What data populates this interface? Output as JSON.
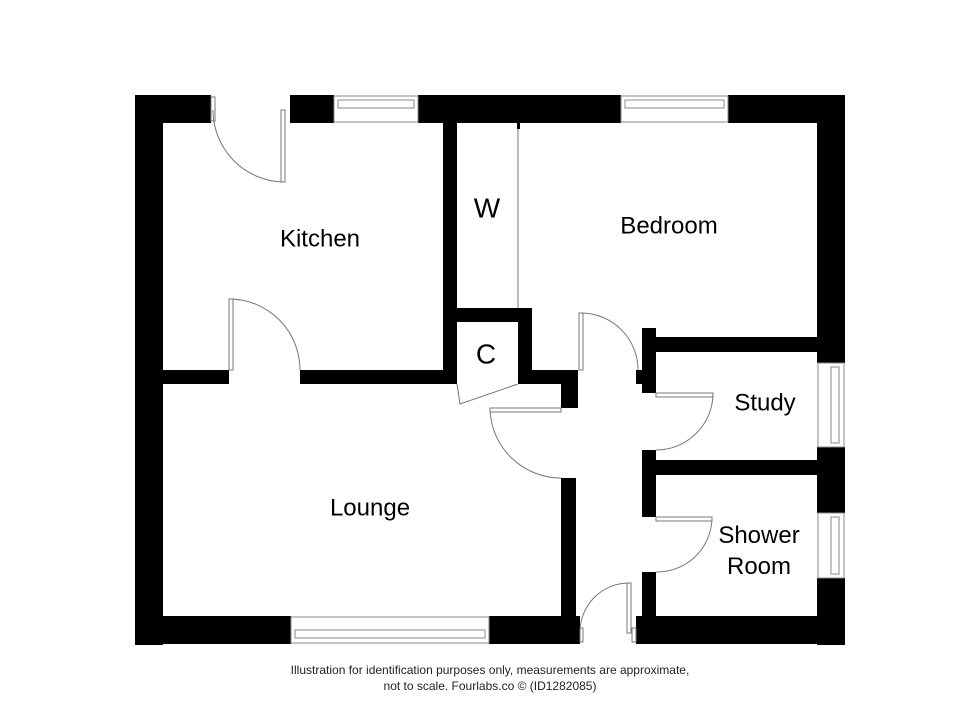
{
  "floorplan": {
    "rooms": [
      {
        "id": "kitchen",
        "label": "Kitchen"
      },
      {
        "id": "wardrobe",
        "label": "W"
      },
      {
        "id": "bedroom",
        "label": "Bedroom"
      },
      {
        "id": "cupboard",
        "label": "C"
      },
      {
        "id": "study",
        "label": "Study"
      },
      {
        "id": "lounge",
        "label": "Lounge"
      },
      {
        "id": "shower",
        "label_line1": "Shower",
        "label_line2": "Room"
      }
    ],
    "colors": {
      "wall": "#000000",
      "background": "#ffffff",
      "fixture_line": "#777777"
    }
  },
  "footer": {
    "line1": "Illustration for identification purposes only, measurements are approximate,",
    "line2": "not to scale. Fourlabs.co © (ID1282085)"
  }
}
